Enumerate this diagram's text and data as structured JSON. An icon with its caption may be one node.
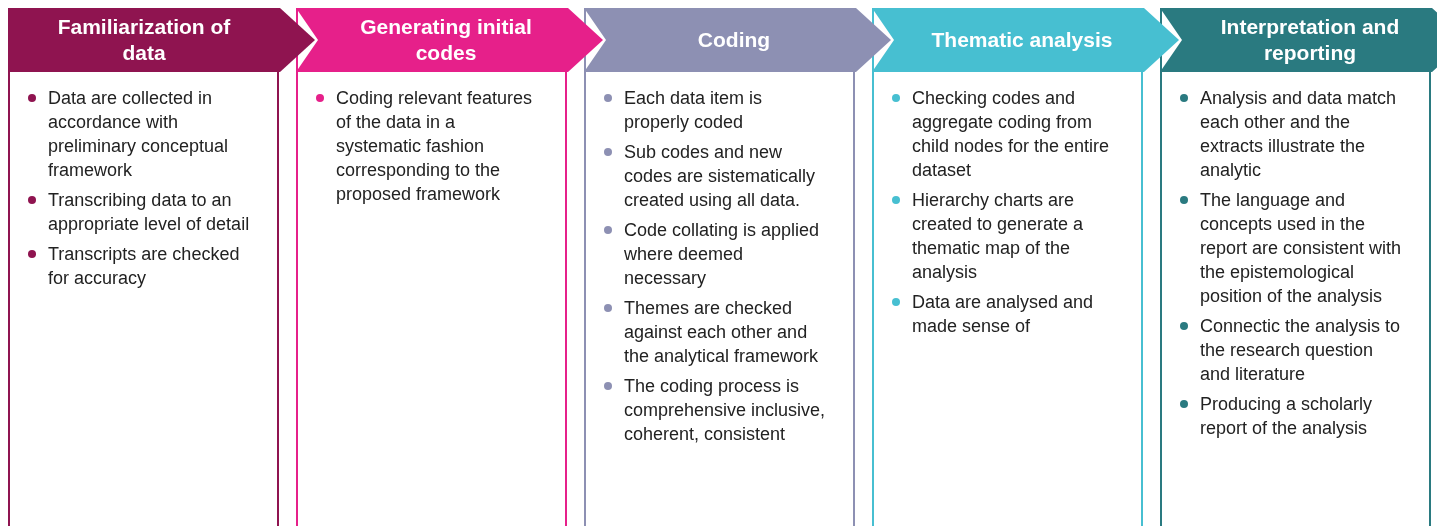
{
  "diagram": {
    "nodes": [
      {
        "text": [
          "Familiarization of data",
          "Data are collected in accordance with preliminary conceptual framework",
          "Transcribing data to an appropriate level of detail",
          "Transcripts are checked for accuracy"
        ]
      },
      {
        "text": [
          "Generating initial codes",
          "Coding relevant features of the data in a systematic fashion corresponding to the proposed framework"
        ]
      },
      {
        "text": [
          "Coding",
          "Each data item is properly coded",
          "Sub codes and new codes are sistematically created using all data.",
          "Code collating is applied where deemed necessary",
          "Themes are checked against each other and the analytical framework",
          "The coding process is comprehensive inclusive, coherent, consistent"
        ]
      },
      {
        "text": [
          "Thematic analysis",
          "Checking codes and aggregate coding from child nodes for the entire dataset",
          "Hierarchy charts are created to generate a thematic map of the analysis",
          "Data are analysed and made sense of"
        ]
      },
      {
        "text": [
          "Interpretation and reporting",
          "Analysis and data match each other and the extracts illustrate the analytic",
          "The language and concepts used in the report are consistent with the epistemological position of the analysis",
          "Connectic the analysis to the research question and literature",
          "Producing a scholarly report of the analysis"
        ]
      }
    ]
  }
}
